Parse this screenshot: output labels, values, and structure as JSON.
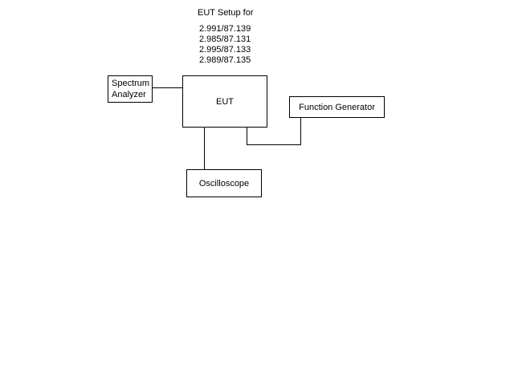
{
  "diagram": {
    "title": "EUT Setup for",
    "readings": [
      "2.991/87.139",
      "2.985/87.131",
      "2.995/87.133",
      "2.989/87.135"
    ],
    "nodes": {
      "spectrum_analyzer": {
        "label": "Spectrum Analyzer"
      },
      "eut": {
        "label": "EUT"
      },
      "function_generator": {
        "label": "Function Generator"
      },
      "oscilloscope": {
        "label": "Oscilloscope"
      }
    },
    "colors": {
      "background": "#ffffff",
      "line": "#000000",
      "text": "#000000"
    }
  }
}
